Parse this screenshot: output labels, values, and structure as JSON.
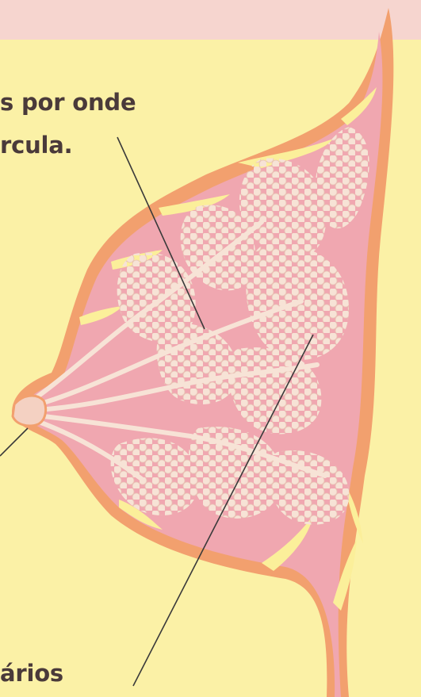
{
  "labels": {
    "top_line1": "s por onde",
    "top_line2": "rcula.",
    "bottom": "ários"
  },
  "colors": {
    "background": "#fbf1a6",
    "top_band": "#f6d5cf",
    "skin_outline": "#f2a06e",
    "breast_tissue": "#f0a7b0",
    "gland_cells": "#f5ded0",
    "fat_streaks": "#fbef9a",
    "pointer_line": "#3a3a3a"
  }
}
